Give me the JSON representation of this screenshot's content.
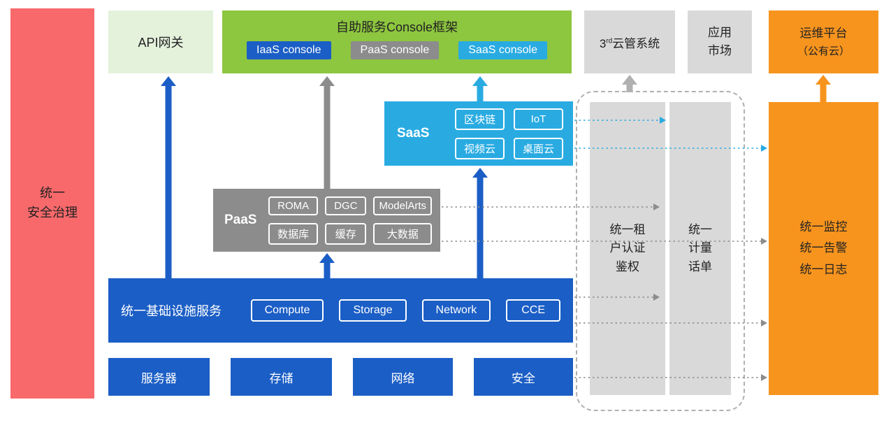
{
  "diagram": {
    "security_bar": {
      "lines": [
        "统一",
        "安全治理"
      ]
    },
    "api_gateway": {
      "label": "API网关"
    },
    "console_frame": {
      "title": "自助服务Console框架",
      "consoles": [
        "IaaS console",
        "PaaS console",
        "SaaS console"
      ]
    },
    "third_party_cms": {
      "prefix": "3",
      "sup": "rd",
      "suffix": "云管系统"
    },
    "app_market": {
      "lines": [
        "应用",
        "市场"
      ]
    },
    "ops_platform": {
      "lines": [
        "运维平台",
        "（公有云）"
      ]
    },
    "saas": {
      "label": "SaaS",
      "chips": [
        "区块链",
        "IoT",
        "视频云",
        "桌面云"
      ]
    },
    "paas": {
      "label": "PaaS",
      "chips": [
        "ROMA",
        "DGC",
        "ModelArts",
        "数据库",
        "缓存",
        "大数据"
      ]
    },
    "infra": {
      "label": "统一基础设施服务",
      "chips": [
        "Compute",
        "Storage",
        "Network",
        "CCE"
      ]
    },
    "resource_boxes": [
      "服务器",
      "存储",
      "网络",
      "安全"
    ],
    "tenant_auth": {
      "lines": [
        "统一租",
        "户认证",
        "鉴权"
      ]
    },
    "metering": {
      "lines": [
        "统一",
        "计量",
        "话单"
      ]
    },
    "monitoring": {
      "lines": [
        "统一监控",
        "统一告警",
        "统一日志"
      ]
    }
  },
  "palette": {
    "blue": "#1b5ec6",
    "cyan": "#29abe2",
    "green": "#8dc63f",
    "light_green": "#e4f2dc",
    "gray": "#8c8c8c",
    "light_gray": "#d9d9d9",
    "orange": "#f7941e",
    "red": "#f8696b",
    "dashed_line_gray": "#8c8c8c"
  }
}
